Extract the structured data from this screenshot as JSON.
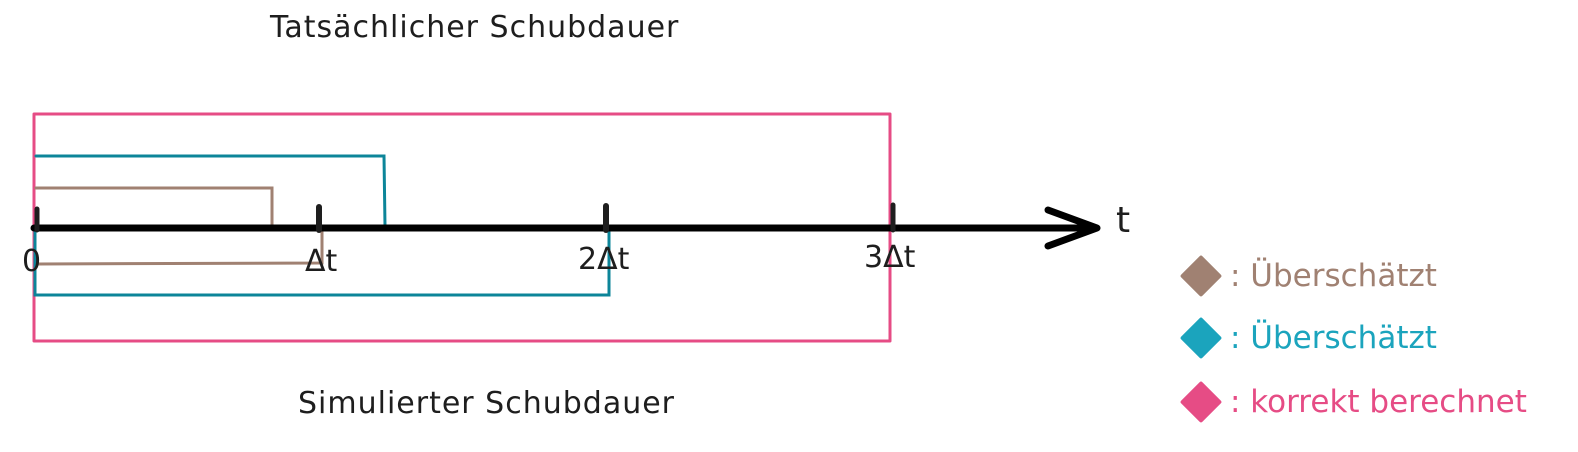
{
  "labels": {
    "top": "Tatsächlicher Schubdauer",
    "bottom": "Simulierter Schubdauer",
    "axis": "t",
    "ticks": [
      "0",
      "Δt",
      "2Δt",
      "3Δt"
    ]
  },
  "legend": [
    {
      "text": ": Überschätzt",
      "color": "#a08172"
    },
    {
      "text": ": Überschätzt",
      "color": "#1ba4bd"
    },
    {
      "text": ": korrekt berechnet",
      "color": "#e64c85"
    }
  ],
  "colors": {
    "axis": "#000000",
    "brown": "#a08172",
    "teal": "#0c8599",
    "pink": "#e64c85"
  }
}
